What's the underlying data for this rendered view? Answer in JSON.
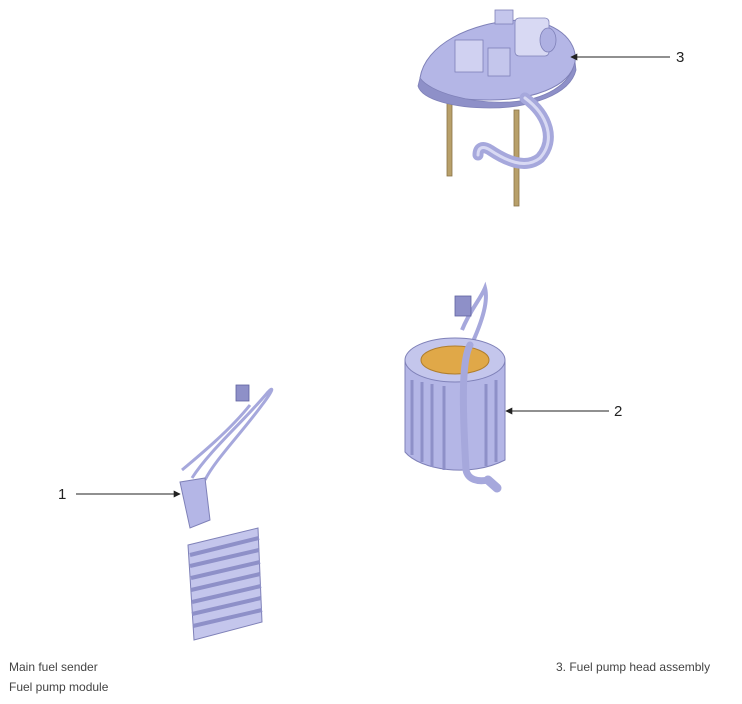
{
  "callouts": [
    {
      "num": "1"
    },
    {
      "num": "2"
    },
    {
      "num": "3"
    }
  ],
  "legend": {
    "item1": "Main fuel sender",
    "item2": "Fuel pump module",
    "item3": "3. Fuel pump head assembly"
  },
  "colors": {
    "part_body": "#b4b6e6",
    "part_shadow": "#8e90c8",
    "part_light": "#d8d9f3",
    "accent_orange": "#e0a848",
    "rod_gold": "#b8a06a",
    "leader_line": "#222222"
  }
}
